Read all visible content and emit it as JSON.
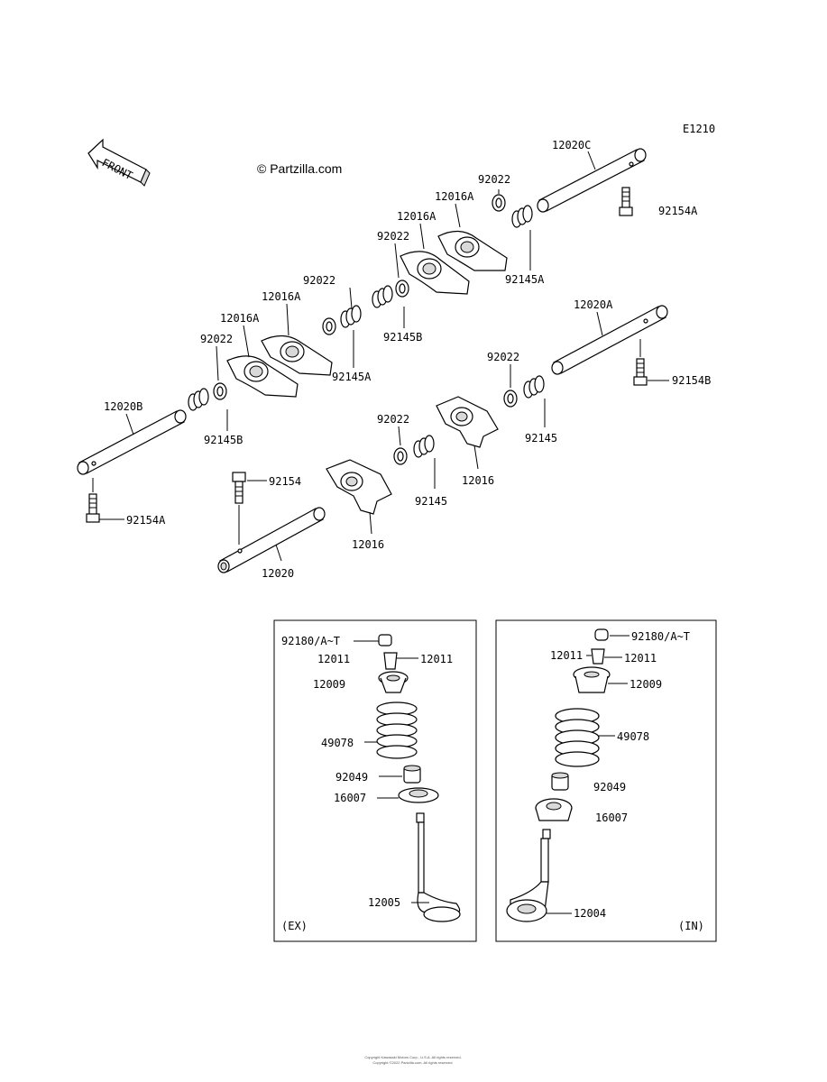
{
  "diagram_code": "E1210",
  "watermark": "© Partzilla.com",
  "front_arrow_label": "FRONT",
  "footer_line1": "Copyright Kawasaki Motors Corp., U.S.A. All rights reserved.",
  "footer_line2": "Copyright ©2022 Partzilla.com. All rights reserved.",
  "labels": {
    "l_12020C": "12020C",
    "l_92022_a": "92022",
    "l_12016A_a": "12016A",
    "l_12016A_b": "12016A",
    "l_92154A_top": "92154A",
    "l_92022_b": "92022",
    "l_92145A_a": "92145A",
    "l_92022_c": "92022",
    "l_12016A_c": "12016A",
    "l_12016A_d": "12016A",
    "l_92145B_a": "92145B",
    "l_92022_d": "92022",
    "l_92145A_b": "92145A",
    "l_12020A": "12020A",
    "l_92154B": "92154B",
    "l_92022_e": "92022",
    "l_12020B": "12020B",
    "l_92145B_b": "92145B",
    "l_92022_f": "92022",
    "l_92145_a": "92145",
    "l_12016_a": "12016",
    "l_92154": "92154",
    "l_92145_b": "92145",
    "l_92154A_bot": "92154A",
    "l_12016_b": "12016",
    "l_12020": "12020",
    "ex_92180": "92180/A~T",
    "ex_12011_a": "12011",
    "ex_12011_b": "12011",
    "ex_12009": "12009",
    "ex_49078": "49078",
    "ex_92049": "92049",
    "ex_16007": "16007",
    "ex_12005": "12005",
    "ex_caption": "(EX)",
    "in_92180": "92180/A~T",
    "in_12011_a": "12011",
    "in_12011_b": "12011",
    "in_12009": "12009",
    "in_49078": "49078",
    "in_92049": "92049",
    "in_16007": "16007",
    "in_12004": "12004",
    "in_caption": "(IN)"
  }
}
